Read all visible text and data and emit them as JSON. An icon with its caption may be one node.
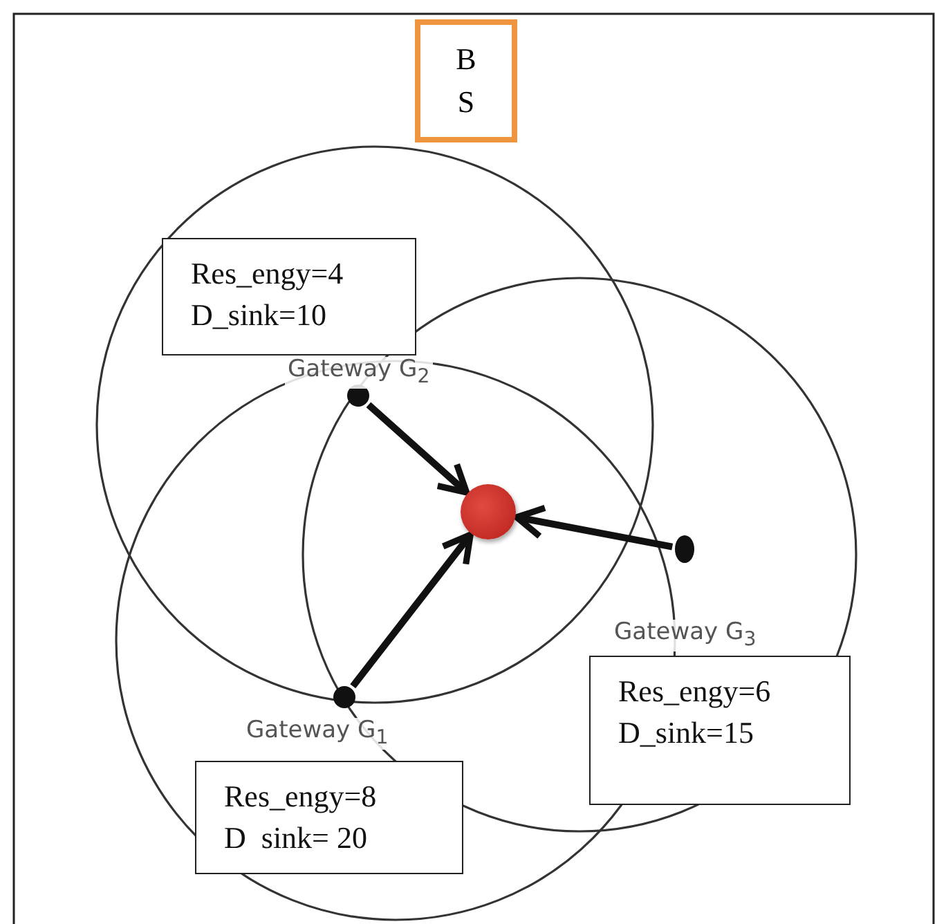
{
  "diagram": {
    "nodes": [
      {
        "text": [
          "B S"
        ]
      },
      {
        "text": [
          "Res_engy=4",
          "D_sink=10"
        ]
      },
      {
        "text": [],
        "shape": "circle",
        "beside": [
          "Gateway G$_{2}$"
        ]
      },
      {
        "text": [],
        "shape": "circle"
      },
      {
        "text": [],
        "shape": "circle"
      },
      {
        "text": [
          "Res_engy=6",
          "D_sink=15"
        ]
      },
      {
        "text": [],
        "shape": "circle",
        "beside": [
          "Gateway G$_{1}$"
        ]
      },
      {
        "text": [
          "Res_engy=8",
          "D  sink= 20"
        ]
      }
    ],
    "edges": [
      {
        "from": 2,
        "to": 3,
        "arrow": "to"
      },
      {
        "from": 4,
        "to": 3,
        "arrow": "to"
      },
      {
        "from": 6,
        "to": 3,
        "arrow": "to"
      }
    ],
    "labels": [
      "Gateway G$_{3}$"
    ]
  }
}
